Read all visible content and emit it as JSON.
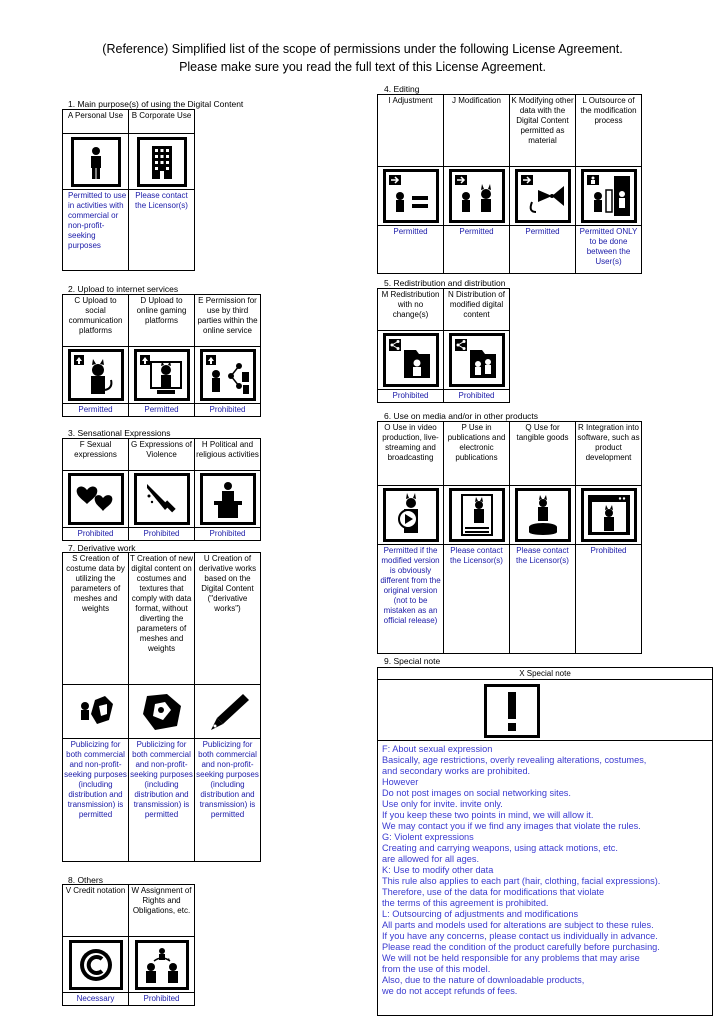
{
  "header": {
    "line1": "(Reference) Simplified list of the scope of permissions under the following License Agreement.",
    "line2": "Please make sure you read the full text of this License Agreement."
  },
  "sections": {
    "s1": {
      "title": "1. Main purpose(s) of using the Digital Content",
      "cols": [
        {
          "label": "A Personal Use",
          "icon": "person-icon",
          "status": "Permitted to use in activities with commercial or non-profit-seeking purposes"
        },
        {
          "label": "B  Corporate Use",
          "icon": "building-icon",
          "status": "Please contact the Licensor(s)"
        }
      ]
    },
    "s2": {
      "title": "2. Upload to internet services",
      "cols": [
        {
          "label": "C Upload to social communication platforms",
          "icon": "upload-social-icon",
          "status": "Permitted"
        },
        {
          "label": "D Upload to online gaming platforms",
          "icon": "upload-gaming-icon",
          "status": "Permitted"
        },
        {
          "label": "E Permission for use by third parties within the online service",
          "icon": "share-third-party-icon",
          "status": "Prohibited"
        }
      ]
    },
    "s3": {
      "title": "3. Sensational Expressions",
      "cols": [
        {
          "label": "F Sexual expressions",
          "icon": "hearts-icon",
          "status": "Prohibited"
        },
        {
          "label": "G Expressions of Violence",
          "icon": "knife-icon",
          "status": "Prohibited"
        },
        {
          "label": "H Political and religious activities",
          "icon": "podium-icon",
          "status": "Prohibited"
        }
      ]
    },
    "s4": {
      "title": "4. Editing",
      "cols": [
        {
          "label": "I Adjustment",
          "icon": "adjustment-icon",
          "status": "Permitted"
        },
        {
          "label": "J Modification",
          "icon": "modification-icon",
          "status": "Permitted"
        },
        {
          "label": "K Modifying other data with the Digital Content permitted as material",
          "icon": "modify-other-icon",
          "status": "Permitted"
        },
        {
          "label": "L Outsource of the modification process",
          "icon": "outsource-icon",
          "status": "Permitted ONLY to be done between the User(s)"
        }
      ]
    },
    "s5": {
      "title": "5. Redistribution and distribution",
      "cols": [
        {
          "label": "M Redistribution with no change(s)",
          "icon": "redistribute-icon",
          "status": "Prohibited"
        },
        {
          "label": "N Distribution of modified digital content",
          "icon": "distribute-modified-icon",
          "status": "Prohibited"
        }
      ]
    },
    "s6": {
      "title": "6. Use on media and/or in other products",
      "cols": [
        {
          "label": "O Use in video production, live-streaming and broadcasting",
          "icon": "video-icon",
          "status": "Permitted if the modified version is obviously different from the original version (not to be mistaken as an official release)"
        },
        {
          "label": "P Use in publications and electronic publications",
          "icon": "publication-icon",
          "status": "Please contact the Licensor(s)"
        },
        {
          "label": "Q Use for tangible goods",
          "icon": "figure-goods-icon",
          "status": "Please contact the Licensor(s)"
        },
        {
          "label": "R Integration into software, such as product development",
          "icon": "software-icon",
          "status": "Prohibited"
        }
      ]
    },
    "s7": {
      "title": "7. Derivative work",
      "cols": [
        {
          "label": "S Creation of costume data by utilizing the parameters of meshes and weights",
          "icon": "costume-icon",
          "status": "Publicizing for both commercial and non-profit-seeking purposes (including distribution and transmission) is permitted"
        },
        {
          "label": "T Creation of new digital content on costumes and textures that comply with data format, without diverting the parameters of meshes and weights",
          "icon": "texture-icon",
          "status": "Publicizing for both commercial and non-profit-seeking purposes (including distribution and transmission) is permitted"
        },
        {
          "label": "U Creation of derivative works based on the Digital Content (\"derivative works\")",
          "icon": "pen-nib-icon",
          "status": "Publicizing for both commercial and non-profit-seeking purposes (including distribution and transmission) is permitted"
        }
      ]
    },
    "s8": {
      "title": "8. Others",
      "cols": [
        {
          "label": "V Credit notation",
          "icon": "copyright-icon",
          "status": "Necessary"
        },
        {
          "label": "W Assignment of Rights and Obligations, etc.",
          "icon": "transfer-icon",
          "status": "Prohibited"
        }
      ]
    },
    "s9": {
      "title": "9. Special note",
      "head": "X Special note",
      "icon": "exclamation-icon",
      "text": "F: About sexual expression\nBasically, age restrictions, overly revealing alterations, costumes,\nand secondary works are prohibited.\nHowever\nDo not post images on social networking sites.\nUse only for invite. invite only.\nIf you keep these two points in mind, we will allow it.\nWe may contact you if we find any images that violate the rules.\nG: Violent expressions\nCreating and carrying weapons, using attack motions, etc.\nare allowed for all ages.\nK: Use to modify other data\nThis rule also applies to each part (hair, clothing, facial expressions).\nTherefore, use of the data for modifications that violate\nthe terms of this agreement is prohibited.\nL: Outsourcing of adjustments and modifications\nAll parts and models used for alterations are subject to these rules.\nIf you have any concerns, please contact us individually in advance.\nPlease read the condition of the product carefully before purchasing.\nWe will not be held responsible for any problems that may arise\nfrom the use of this model.\nAlso, due to the nature of downloadable products,\nwe do not accept refunds of fees."
    }
  }
}
